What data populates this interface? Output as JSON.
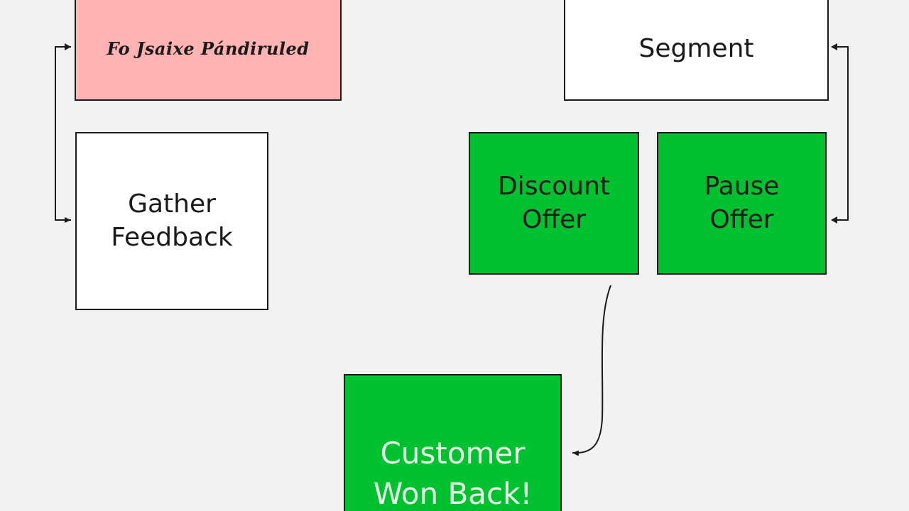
{
  "diagram": {
    "nodes": {
      "follow_up": {
        "label": "Fo Jsaixe Pándiruled",
        "fill": "#ffb3b3"
      },
      "gather_feedback": {
        "label": "Gather\nFeedback",
        "fill": "#ffffff"
      },
      "segment": {
        "label": "Segment",
        "fill": "#ffffff"
      },
      "discount_offer": {
        "label": "Discount\nOffer",
        "fill": "#00c230"
      },
      "pause_offer": {
        "label": "Pause\nOffer",
        "fill": "#00c230"
      },
      "customer_won_back": {
        "label": "Customer\nWon Back!",
        "fill": "#00c230",
        "text_color": "#e8ffe8"
      }
    },
    "edges": [
      {
        "from": "follow_up",
        "to": "gather_feedback",
        "style": "double-arrow"
      },
      {
        "from": "segment",
        "to": "pause_offer",
        "style": "double-arrow"
      },
      {
        "from": "discount_offer",
        "to": "customer_won_back",
        "style": "curved-arrow"
      }
    ],
    "colors": {
      "background": "#f2f2f2",
      "stroke": "#1a1a1a",
      "green": "#00c230",
      "pink": "#ffb3b3"
    }
  }
}
